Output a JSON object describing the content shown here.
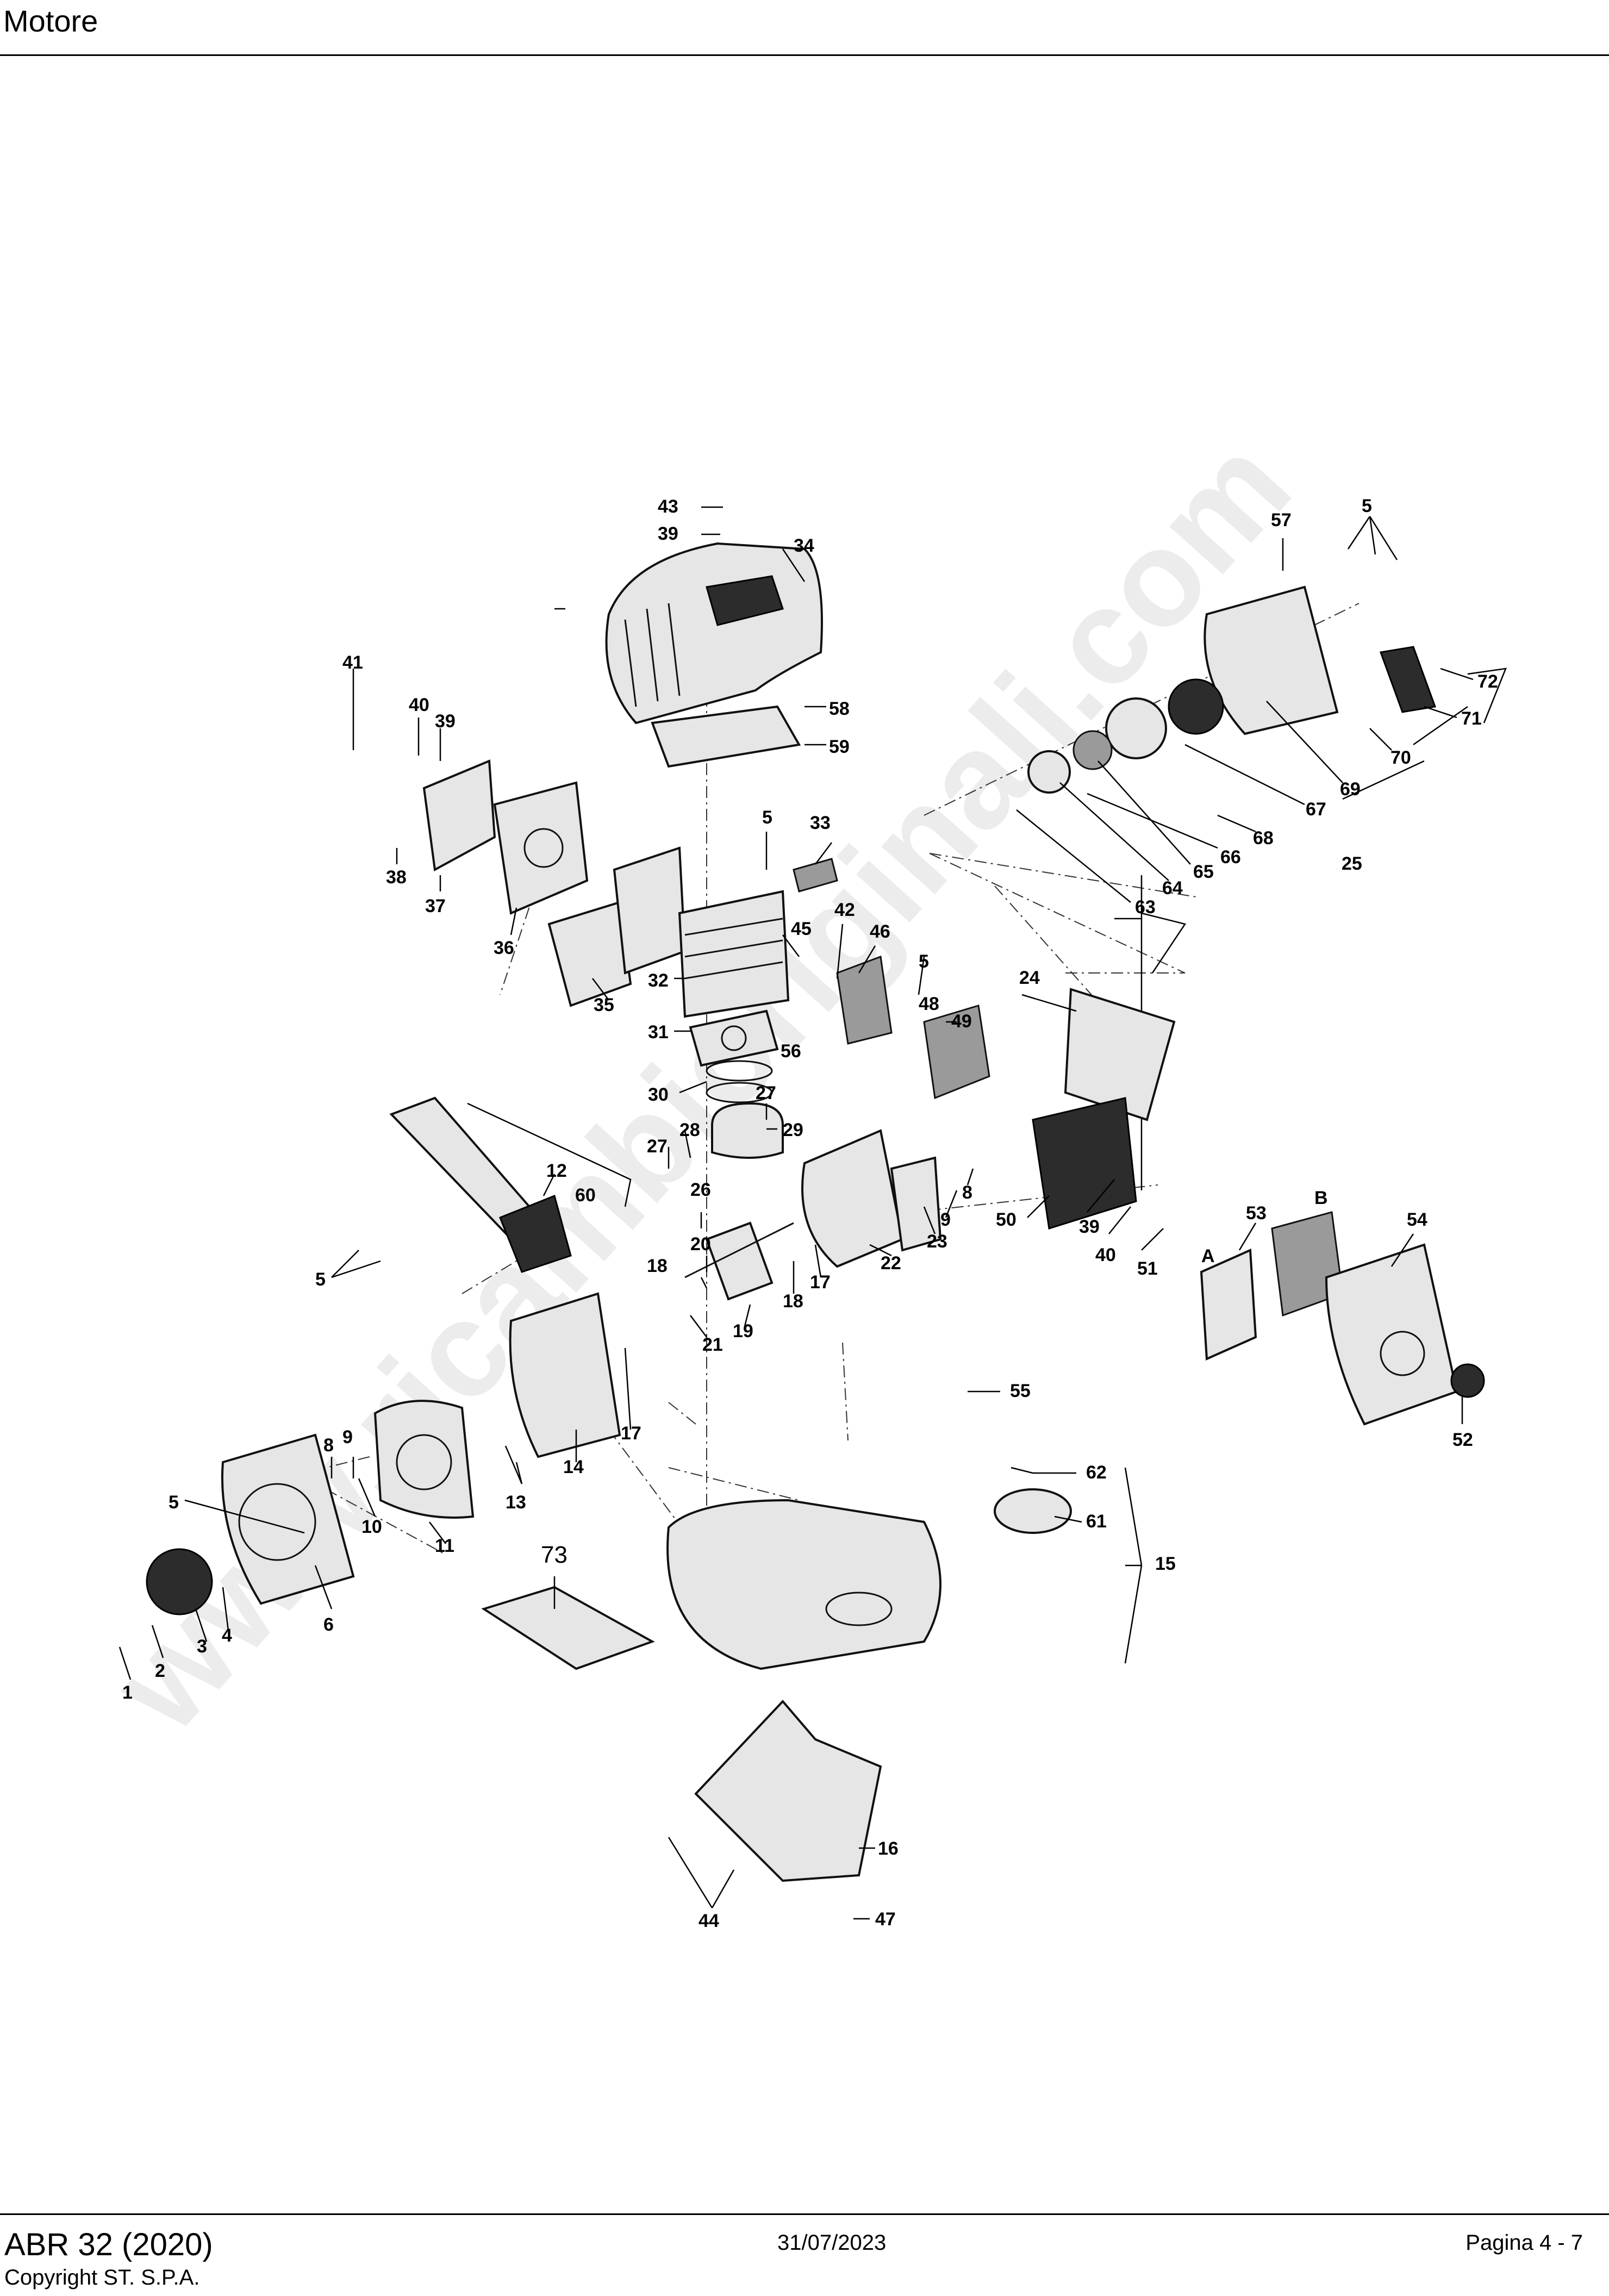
{
  "header": {
    "title": "Motore"
  },
  "footer": {
    "model": "ABR 32 (2020)",
    "copyright": "Copyright ST. S.P.A.",
    "date": "31/07/2023",
    "page": "Pagina 4 - 7"
  },
  "watermark": {
    "text": "www.ricambioriginali.com"
  },
  "callouts": {
    "n1": "1",
    "n2": "2",
    "n3": "3",
    "n4": "4",
    "n5a": "5",
    "n5b": "5",
    "n5c": "5",
    "n5d": "5",
    "n5e": "5",
    "n6": "6",
    "n8a": "8",
    "n8b": "8",
    "n9a": "9",
    "n9b": "9",
    "n10": "10",
    "n11": "11",
    "n12": "12",
    "n13": "13",
    "n14": "14",
    "n15": "15",
    "n16": "16",
    "n17a": "17",
    "n17b": "17",
    "n18a": "18",
    "n18b": "18",
    "n19": "19",
    "n20": "20",
    "n21": "21",
    "n22": "22",
    "n23": "23",
    "n24": "24",
    "n25": "25",
    "n26": "26",
    "n27a": "27",
    "n27b": "27",
    "n28": "28",
    "n29": "29",
    "n30": "30",
    "n31": "31",
    "n32": "32",
    "n33": "33",
    "n34": "34",
    "n35": "35",
    "n36": "36",
    "n37": "37",
    "n38": "38",
    "n39a": "39",
    "n39b": "39",
    "n39c": "39",
    "n40a": "40",
    "n40b": "40",
    "n41": "41",
    "n42": "42",
    "n43": "43",
    "n44": "44",
    "n45": "45",
    "n46": "46",
    "n47": "47",
    "n48": "48",
    "n49": "49",
    "n50": "50",
    "n51": "51",
    "n52": "52",
    "n53": "53",
    "n54": "54",
    "n55": "55",
    "n56": "56",
    "n57": "57",
    "n58": "58",
    "n59": "59",
    "n60": "60",
    "n61": "61",
    "n62": "62",
    "n63": "63",
    "n64": "64",
    "n65": "65",
    "n66": "66",
    "n67": "67",
    "n68": "68",
    "n69": "69",
    "n70": "70",
    "n71": "71",
    "n72": "72",
    "n73": "73",
    "nA": "A",
    "nB": "B"
  }
}
